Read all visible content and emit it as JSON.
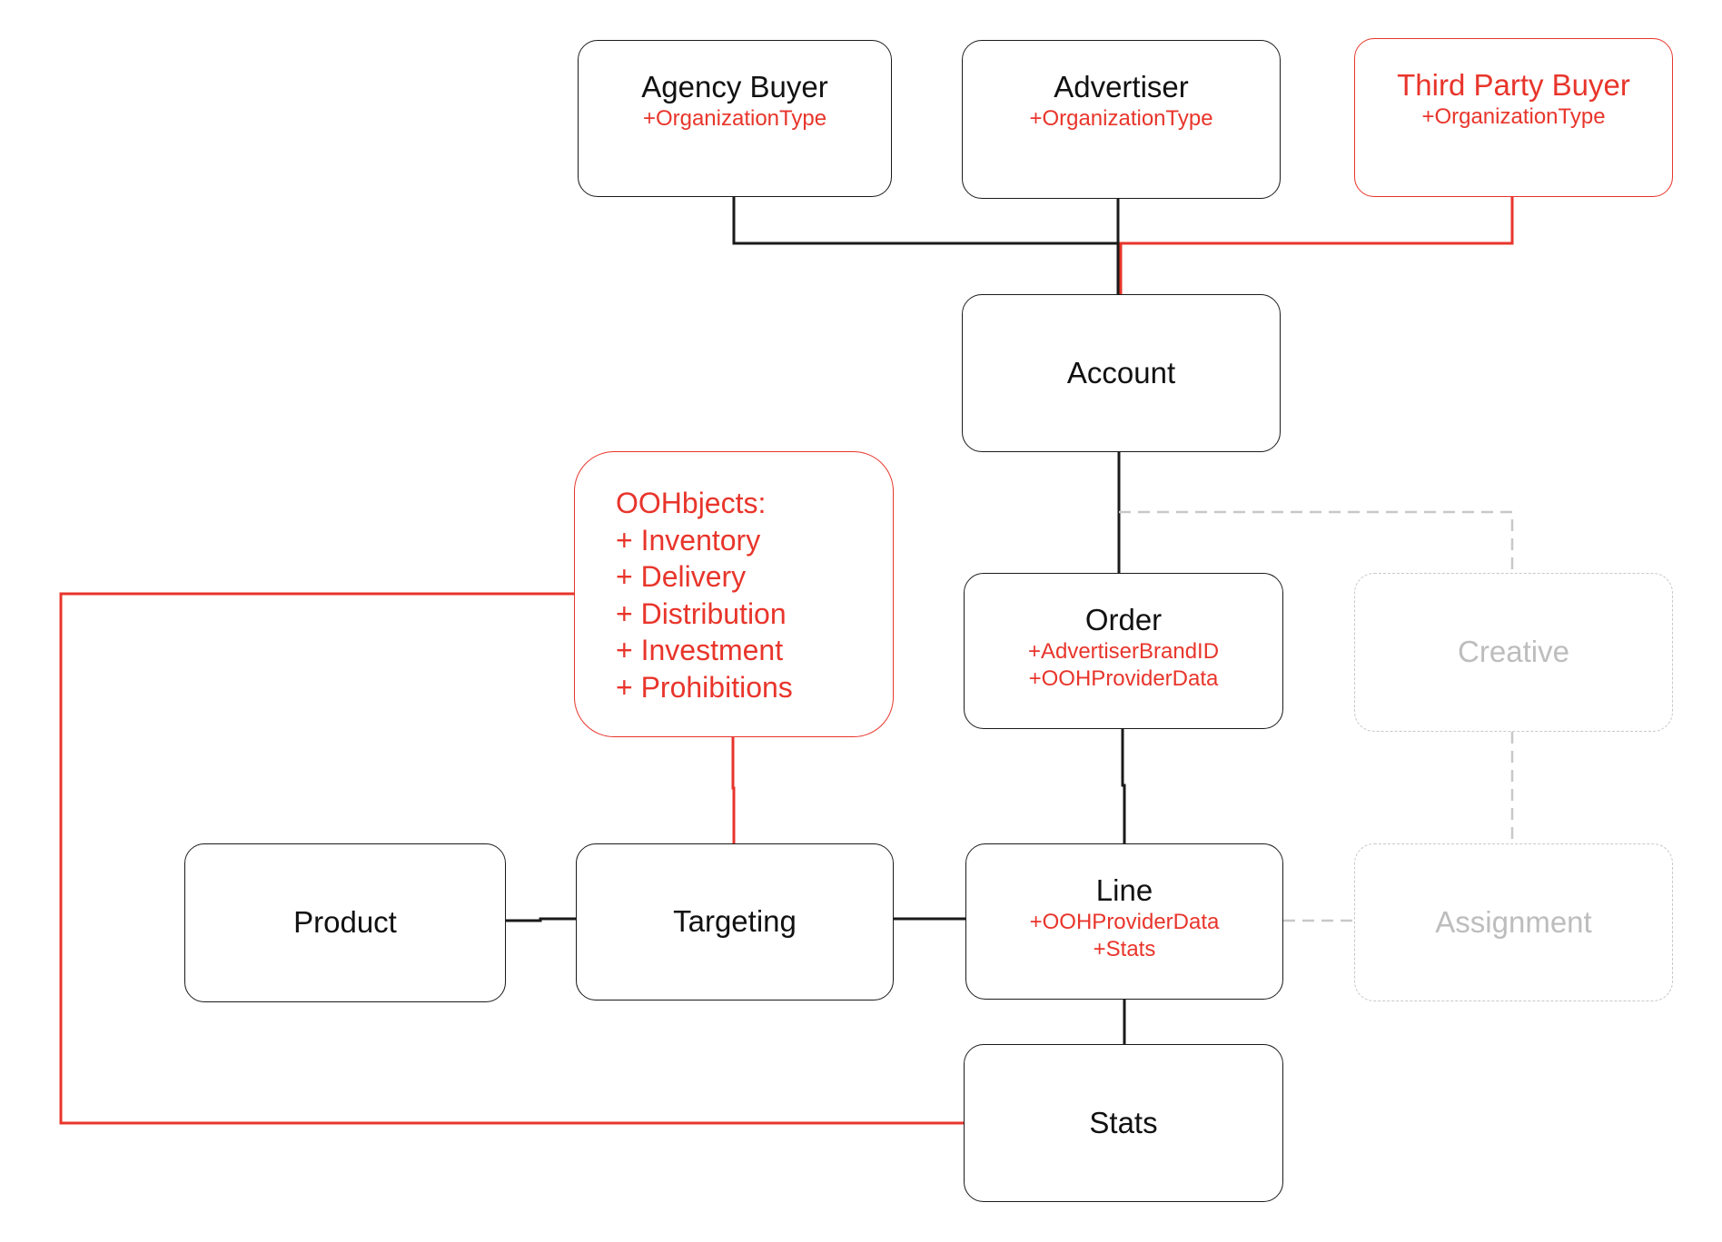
{
  "nodes": {
    "agency_buyer": {
      "title": "Agency Buyer",
      "attrs": [
        "+OrganizationType"
      ]
    },
    "advertiser": {
      "title": "Advertiser",
      "attrs": [
        "+OrganizationType"
      ]
    },
    "third_party_buyer": {
      "title": "Third Party Buyer",
      "attrs": [
        "+OrganizationType"
      ]
    },
    "account": {
      "title": "Account"
    },
    "oohbjects": {
      "title": "OOHbjects:",
      "items": [
        "+ Inventory",
        "+ Delivery",
        "+ Distribution",
        "+ Investment",
        "+ Prohibitions"
      ]
    },
    "order": {
      "title": "Order",
      "attrs": [
        "+AdvertiserBrandID",
        "+OOHProviderData"
      ]
    },
    "creative": {
      "title": "Creative"
    },
    "product": {
      "title": "Product"
    },
    "targeting": {
      "title": "Targeting"
    },
    "line": {
      "title": "Line",
      "attrs": [
        "+OOHProviderData",
        "+Stats"
      ]
    },
    "assignment": {
      "title": "Assignment"
    },
    "stats": {
      "title": "Stats"
    }
  },
  "colors": {
    "black": "#1a1a1a",
    "red": "#e8352b",
    "ghost": "#c8c8c8"
  }
}
